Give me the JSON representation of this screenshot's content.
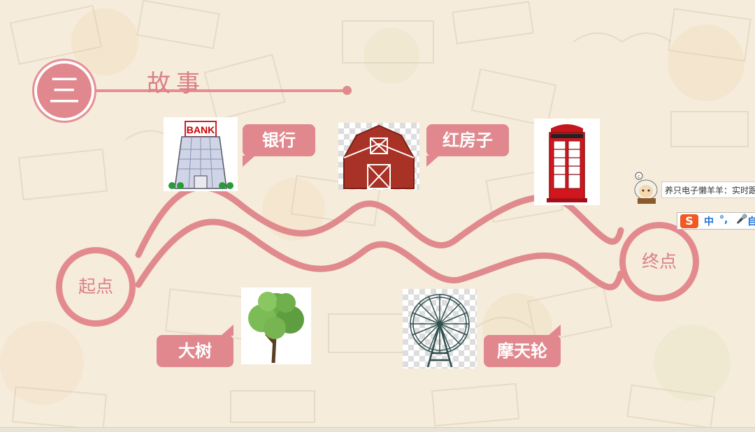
{
  "section": {
    "number": "三",
    "title": "故事"
  },
  "route": {
    "start": "起点",
    "end": "终点"
  },
  "stops": [
    {
      "label": "银行",
      "image": "bank-building-icon",
      "sign": "BANK"
    },
    {
      "label": "红房子",
      "image": "red-barn-icon"
    },
    {
      "label": "大树",
      "image": "tree-icon"
    },
    {
      "label": "摩天轮",
      "image": "ferris-wheel-icon"
    },
    {
      "label": "",
      "image": "red-phone-booth-icon"
    }
  ],
  "ime": {
    "notification": "养只电子懒羊羊：实时跟",
    "avatar": "lazy-sheep-mascot-icon",
    "logo_letter": "S",
    "mode": "中",
    "punct": "°,",
    "mic": "microphone-icon",
    "extra": "自"
  },
  "colors": {
    "accent": "#e0888d",
    "background": "#f6ecdb"
  }
}
